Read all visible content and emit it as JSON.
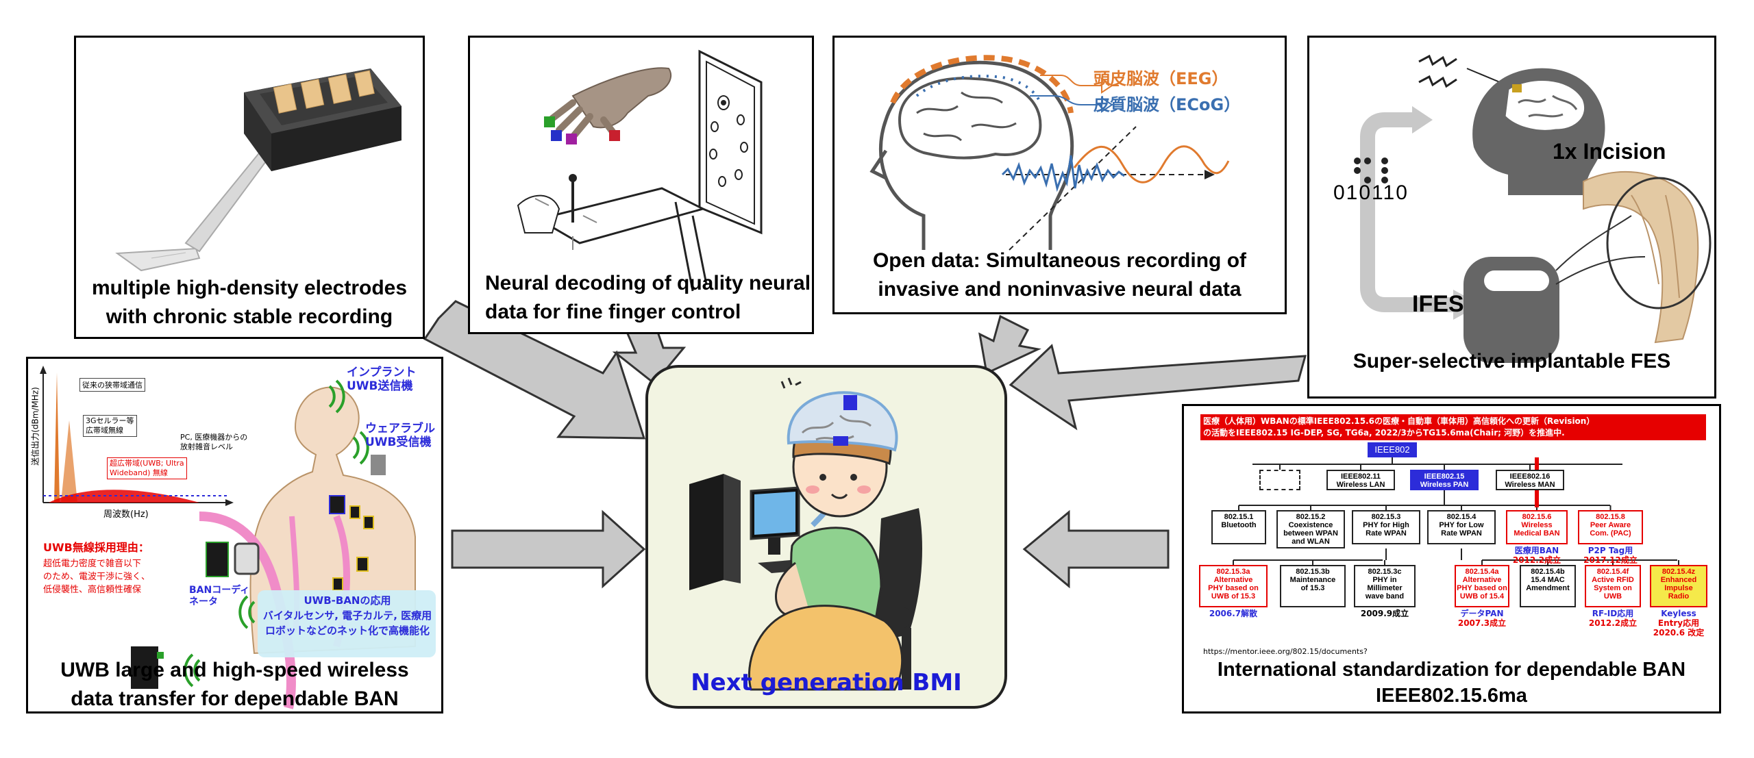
{
  "panels": {
    "electrodes": {
      "caption": [
        "multiple high-density electrodes",
        "with chronic stable recording"
      ]
    },
    "decoding": {
      "caption": [
        "Neural decoding of quality neural",
        "data for fine finger control"
      ]
    },
    "open_data": {
      "caption": [
        "Open data: Simultaneous recording of",
        "invasive and noninvasive neural data"
      ],
      "eeg_label": "頭皮脳波（EEG）",
      "ecog_label": "皮質脳波（ECoG）"
    },
    "fes": {
      "caption": "Super-selective implantable FES",
      "incision_label": "1x Incision",
      "binary": "010110",
      "ifes_label": "IFES"
    },
    "uwb": {
      "caption": [
        "UWB large and high-speed wireless",
        "data transfer for dependable BAN"
      ],
      "implant_label": [
        "インプラント",
        "UWB送信機"
      ],
      "wearable_label": [
        "ウェアラブル",
        "UWB受信機"
      ],
      "narrow_label": "従来の狭帯域通信",
      "cell_label": [
        "3Gセルラー等",
        "広帯域無線"
      ],
      "pc_label": [
        "PC, 医療機器からの",
        "放射雑音レベル"
      ],
      "uwb_band": [
        "超広帯域(UWB; Ultra",
        "Wideband) 無線"
      ],
      "y_axis": "送信出力(dBm/MHz)",
      "x_axis": "周波数(Hz)",
      "reason_title": "UWB無線採用理由：",
      "reasons": [
        "超低電力密度で雑音以下",
        "のため、電波干渉に強く、",
        "低侵襲性、高信頼性確保"
      ],
      "coordinator": [
        "BANコーディ",
        "ネータ"
      ],
      "app_box": [
        "UWB-BANの応用",
        "バイタルセンサ, 電子カルテ, 医療用",
        "ロボットなどのネット化で高機能化"
      ]
    },
    "standard": {
      "caption": [
        "International standardization for dependable BAN",
        "IEEE802.15.6ma"
      ],
      "banner": [
        "医療（人体用）WBANの標準IEEE802.15.6の医療・自動車（車体用）高信頼化への更新（Revision）",
        "の活動をIEEE802.15 IG-DEP, SG, TG6a, 2022/3からTG15.6ma(Chair; 河野）を推進中."
      ],
      "root": "IEEE802",
      "level2": [
        {
          "text": [
            "IEEE802.11",
            "Wireless LAN"
          ],
          "style": "plain"
        },
        {
          "text": [
            "IEEE802.15",
            "Wireless PAN"
          ],
          "style": "blue"
        },
        {
          "text": [
            "IEEE802.16",
            "Wireless MAN"
          ],
          "style": "plain"
        }
      ],
      "level3": [
        {
          "text": [
            "802.15.1",
            "Bluetooth"
          ],
          "style": "plain",
          "note": ""
        },
        {
          "text": [
            "802.15.2",
            "Coexistence",
            "between WPAN",
            "and WLAN"
          ],
          "style": "plain",
          "note": ""
        },
        {
          "text": [
            "802.15.3",
            "PHY for High",
            "Rate WPAN"
          ],
          "style": "plain",
          "note": ""
        },
        {
          "text": [
            "802.15.4",
            "PHY for Low",
            "Rate WPAN"
          ],
          "style": "plain",
          "note": ""
        },
        {
          "text": [
            "802.15.6",
            "Wireless",
            "Medical BAN"
          ],
          "style": "red",
          "note": [
            "医療用BAN",
            "2012.2成立"
          ]
        },
        {
          "text": [
            "802.15.8",
            "Peer Aware",
            "Com. (PAC)"
          ],
          "style": "red",
          "note": [
            "P2P Tag用",
            "2017.12成立"
          ]
        }
      ],
      "level4": [
        {
          "text": [
            "802.15.3a",
            "Alternative",
            "PHY based on",
            "UWB of 15.3"
          ],
          "style": "red",
          "note": [
            "2006.7解散"
          ]
        },
        {
          "text": [
            "802.15.3b",
            "Maintenance",
            "of 15.3"
          ],
          "style": "plain",
          "note": []
        },
        {
          "text": [
            "802.15.3c",
            "PHY in",
            "Millimeter",
            "wave band"
          ],
          "style": "plain",
          "note": [
            "2009.9成立"
          ]
        },
        {
          "text": [
            "802.15.4a",
            "Alternative",
            "PHY based on",
            "UWB of 15.4"
          ],
          "style": "red",
          "note": [
            "データPAN",
            "2007.3成立"
          ]
        },
        {
          "text": [
            "802.15.4b",
            "15.4 MAC",
            "Amendment"
          ],
          "style": "plain",
          "note": []
        },
        {
          "text": [
            "802.15.4f",
            "Active RFID",
            "System on",
            "UWB"
          ],
          "style": "red",
          "note": [
            "RF-ID応用",
            "2012.2成立"
          ]
        },
        {
          "text": [
            "802.15.4z",
            "Enhanced",
            "Impulse",
            "Radio"
          ],
          "style": "yellow",
          "note": [
            "Keyless",
            "Entry応用",
            "2020.6 改定"
          ]
        }
      ],
      "url": "https://mentor.ieee.org/802.15/documents?"
    },
    "center": {
      "title": "Next generation BMI"
    }
  },
  "colors": {
    "arrow_fill": "#c8c8c8",
    "center_bg": "#f2f4e2",
    "title_blue": "#1b1bd6",
    "red": "#e60000",
    "orange": "#e07a2e",
    "ecog_blue": "#3a6fb0",
    "ieee_blue": "#2c2cd9",
    "skin_pink": "#f08cc8"
  }
}
